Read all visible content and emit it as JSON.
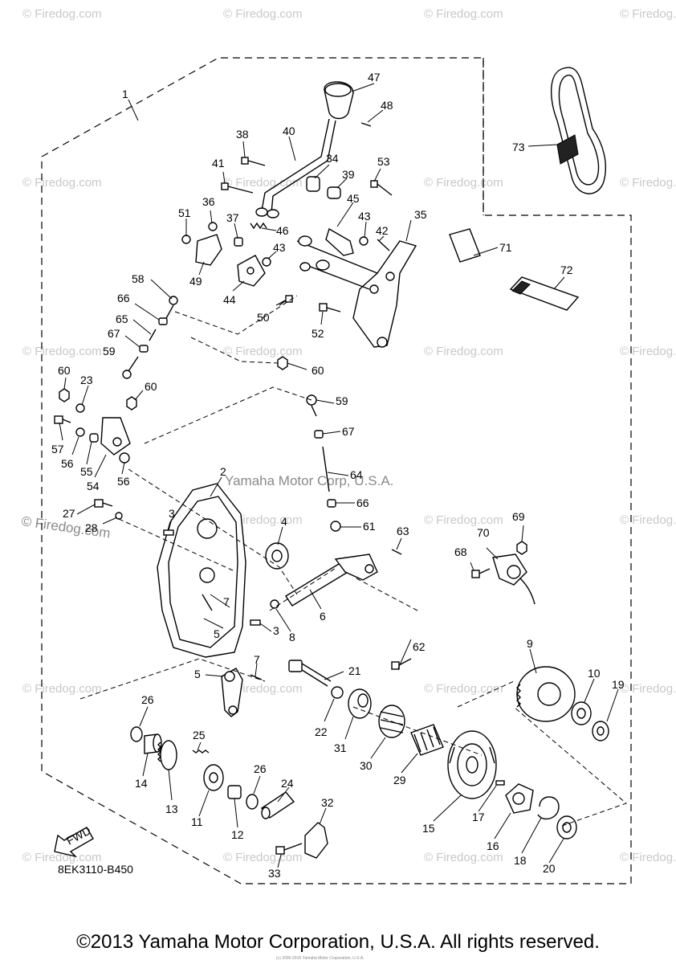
{
  "diagram": {
    "drawing_code": "8EK3110-B450",
    "fwd_label": "FWD",
    "center_watermark": "Yamaha Motor Corp, U.S.A.",
    "watermark_text": "© Firedog.com",
    "side_watermark": "© Firedog.com",
    "callouts": [
      "1",
      "2",
      "3",
      "3",
      "4",
      "5",
      "5",
      "6",
      "7",
      "7",
      "8",
      "9",
      "10",
      "11",
      "12",
      "13",
      "14",
      "15",
      "16",
      "17",
      "18",
      "19",
      "20",
      "21",
      "22",
      "23",
      "24",
      "25",
      "26",
      "26",
      "27",
      "28",
      "29",
      "30",
      "31",
      "32",
      "33",
      "34",
      "35",
      "36",
      "37",
      "38",
      "39",
      "40",
      "41",
      "42",
      "43",
      "43",
      "44",
      "45",
      "46",
      "47",
      "48",
      "49",
      "50",
      "51",
      "52",
      "53",
      "54",
      "55",
      "56",
      "56",
      "57",
      "58",
      "59",
      "59",
      "60",
      "60",
      "60",
      "61",
      "62",
      "63",
      "64",
      "65",
      "66",
      "66",
      "67",
      "67",
      "68",
      "69",
      "70",
      "71",
      "72",
      "73"
    ]
  },
  "footer": {
    "copyright": "©2013 Yamaha Motor Corporation, U.S.A. All rights reserved.",
    "small_note": "(c) 2005-2016 Yamaha Motor Corporation, U.S.A."
  }
}
